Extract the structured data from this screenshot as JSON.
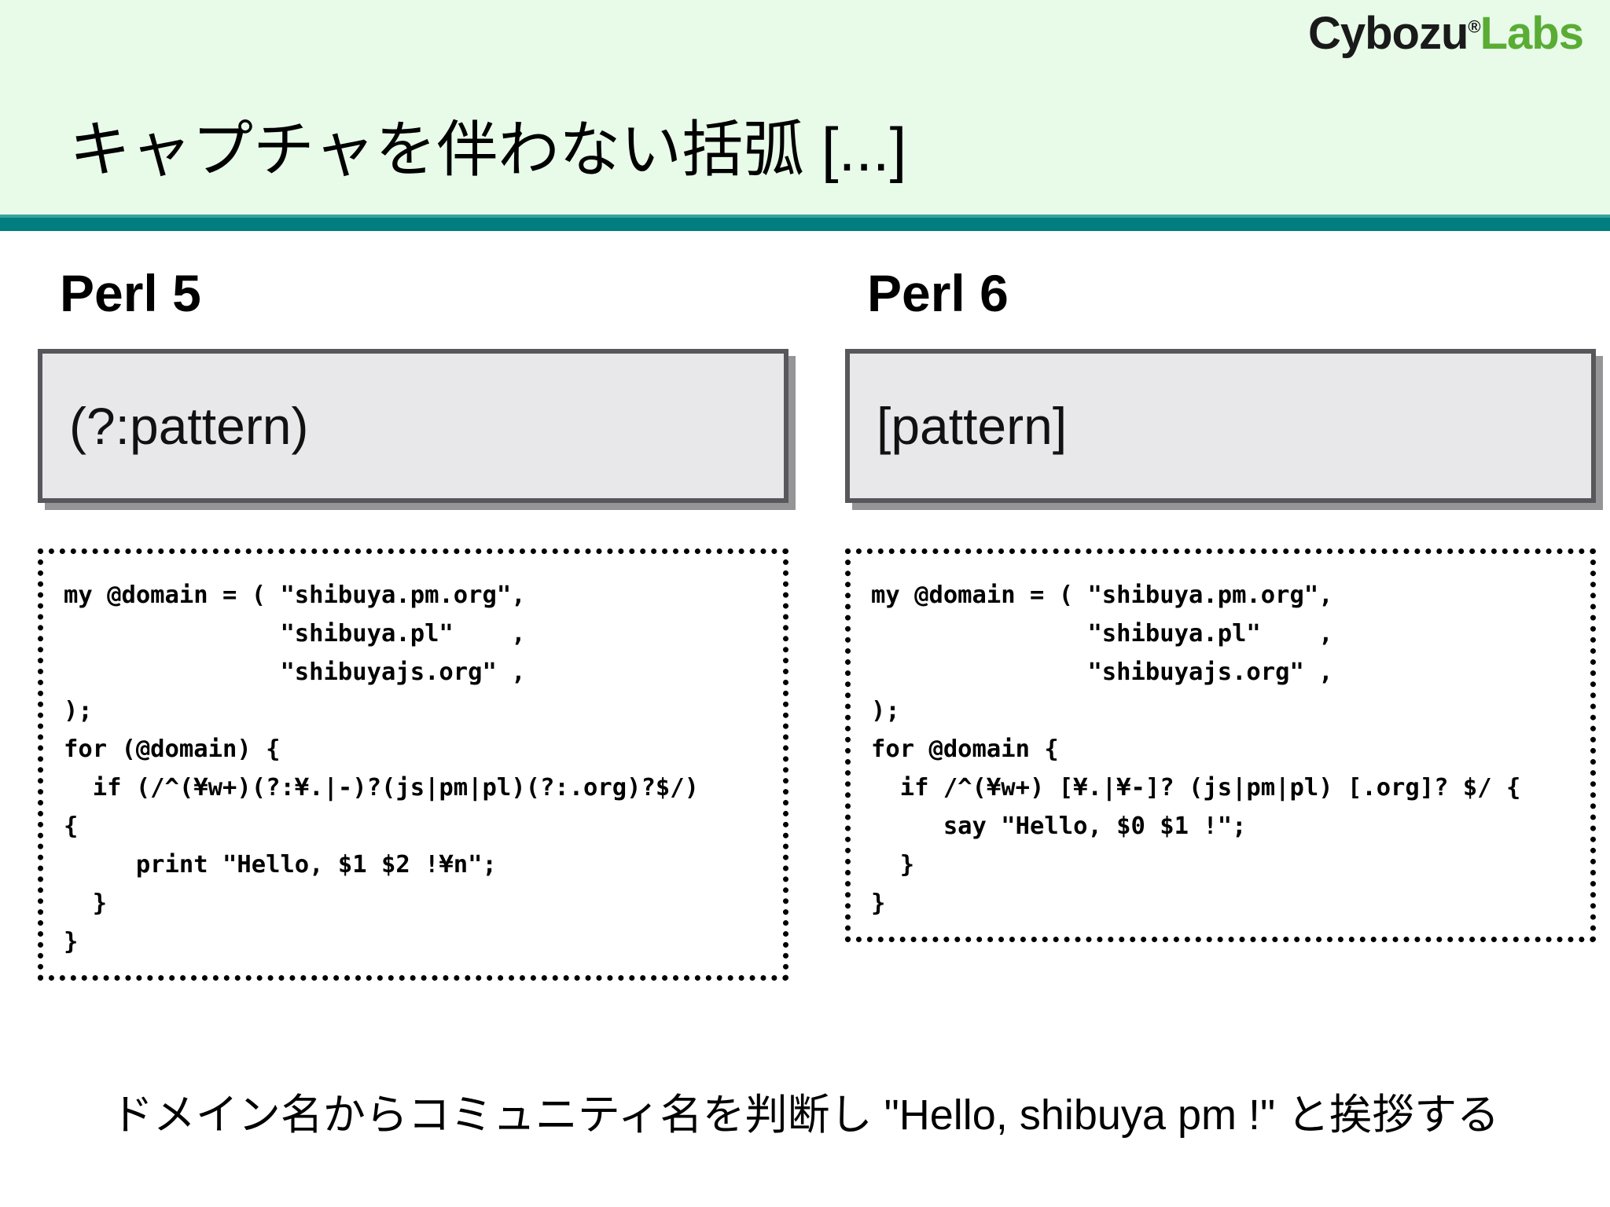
{
  "slide": {
    "title": "キャプチャを伴わない括弧 [...]",
    "brand": {
      "name": "Cybozu",
      "registered_mark": "®",
      "suffix": "Labs",
      "name_color": "#1a1a1a",
      "suffix_color": "#5aac35"
    },
    "colors": {
      "header_background": "#e7fbe8",
      "accent_rule": "#027d80",
      "accent_rule_light": "#37a39c",
      "pattern_box_fill": "#e8e8eb",
      "pattern_box_border": "#57575c",
      "pattern_box_shadow": "#828286",
      "code_border": "#000000",
      "body_background": "#ffffff"
    },
    "caption": "ドメイン名からコミュニティ名を判断し \"Hello, shibuya pm !\" と挨拶する"
  },
  "columns": [
    {
      "heading": "Perl 5",
      "pattern": "(?:pattern)",
      "code": "my @domain = ( \"shibuya.pm.org\",\n               \"shibuya.pl\"    ,\n               \"shibuyajs.org\" ,\n);\nfor (@domain) {\n  if (/^(¥w+)(?:¥.|-)?(js|pm|pl)(?:.org)?$/)\n{\n     print \"Hello, $1 $2 !¥n\";\n  }\n}"
    },
    {
      "heading": "Perl 6",
      "pattern": "[pattern]",
      "code": "my @domain = ( \"shibuya.pm.org\",\n               \"shibuya.pl\"    ,\n               \"shibuyajs.org\" ,\n);\nfor @domain {\n  if /^(¥w+) [¥.|¥-]? (js|pm|pl) [.org]? $/ {\n     say \"Hello, $0 $1 !\";\n  }\n}"
    }
  ]
}
